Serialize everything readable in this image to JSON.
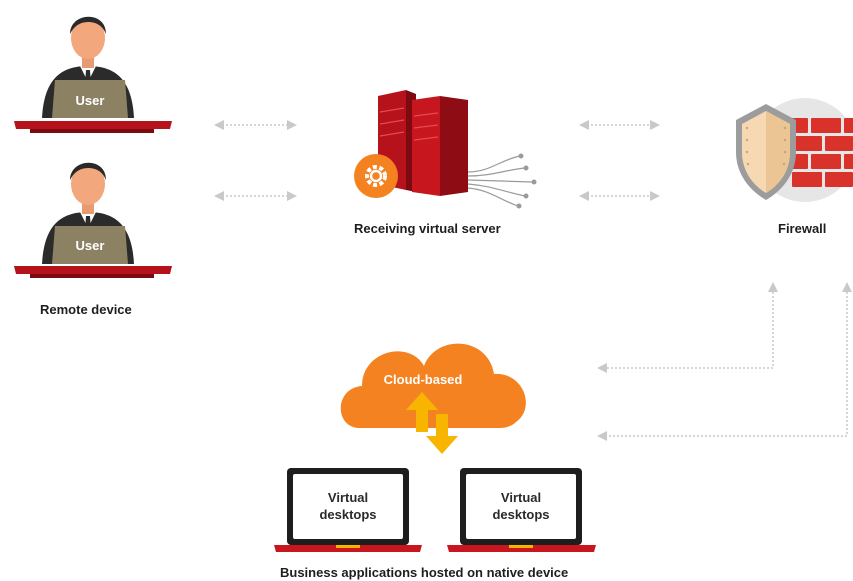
{
  "remote": {
    "caption": "Remote device",
    "users": [
      {
        "label": "User"
      },
      {
        "label": "User"
      }
    ]
  },
  "server": {
    "caption": "Receiving virtual server"
  },
  "firewall": {
    "caption": "Firewall"
  },
  "cloud": {
    "label": "Cloud-based"
  },
  "desktops": {
    "caption": "Business applications hosted on native device",
    "items": [
      {
        "line1": "Virtual",
        "line2": "desktops"
      },
      {
        "line1": "Virtual",
        "line2": "desktops"
      }
    ]
  },
  "colors": {
    "red": "#b5121b",
    "dark_red": "#7d0a10",
    "orange": "#f58220",
    "yellow": "#f7b500",
    "arrow_gray": "#c9c9c9",
    "suit": "#2b2b2b",
    "laptop_olive": "#8c8263",
    "skin": "#f3a77c"
  }
}
